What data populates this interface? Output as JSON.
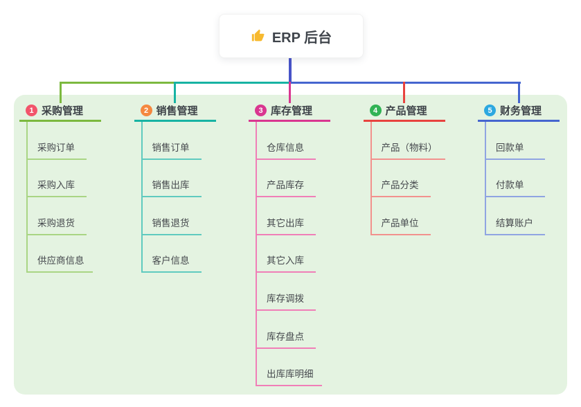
{
  "root": {
    "label": "ERP 后台",
    "icon": "thumbs-up-icon",
    "icon_color": "#f7b92e"
  },
  "canvas": {
    "panel_color": "#e4f3e1",
    "stem_color": "#4753c8"
  },
  "branches": [
    {
      "badge": "1",
      "label": "采购管理",
      "badge_color": "#f2546b",
      "line_color": "#7cb93f",
      "child_line_color": "#a9d584",
      "children": [
        "采购订单",
        "采购入库",
        "采购退货",
        "供应商信息"
      ]
    },
    {
      "badge": "2",
      "label": "销售管理",
      "badge_color": "#f5883f",
      "line_color": "#17b3a3",
      "child_line_color": "#5fcabf",
      "children": [
        "销售订单",
        "销售出库",
        "销售退货",
        "客户信息"
      ]
    },
    {
      "badge": "3",
      "label": "库存管理",
      "badge_color": "#d93690",
      "line_color": "#d93690",
      "child_line_color": "#f07eb7",
      "children": [
        "仓库信息",
        "产品库存",
        "其它出库",
        "其它入库",
        "库存调拨",
        "库存盘点",
        "出库库明细"
      ]
    },
    {
      "badge": "4",
      "label": "产品管理",
      "badge_color": "#31b354",
      "line_color": "#e8433f",
      "child_line_color": "#f2918d",
      "children": [
        "产品（物料）",
        "产品分类",
        "产品单位"
      ]
    },
    {
      "badge": "5",
      "label": "财务管理",
      "badge_color": "#2ca8e0",
      "line_color": "#4565cf",
      "child_line_color": "#8fa4e2",
      "children": [
        "回款单",
        "付款单",
        "结算账户"
      ]
    }
  ]
}
